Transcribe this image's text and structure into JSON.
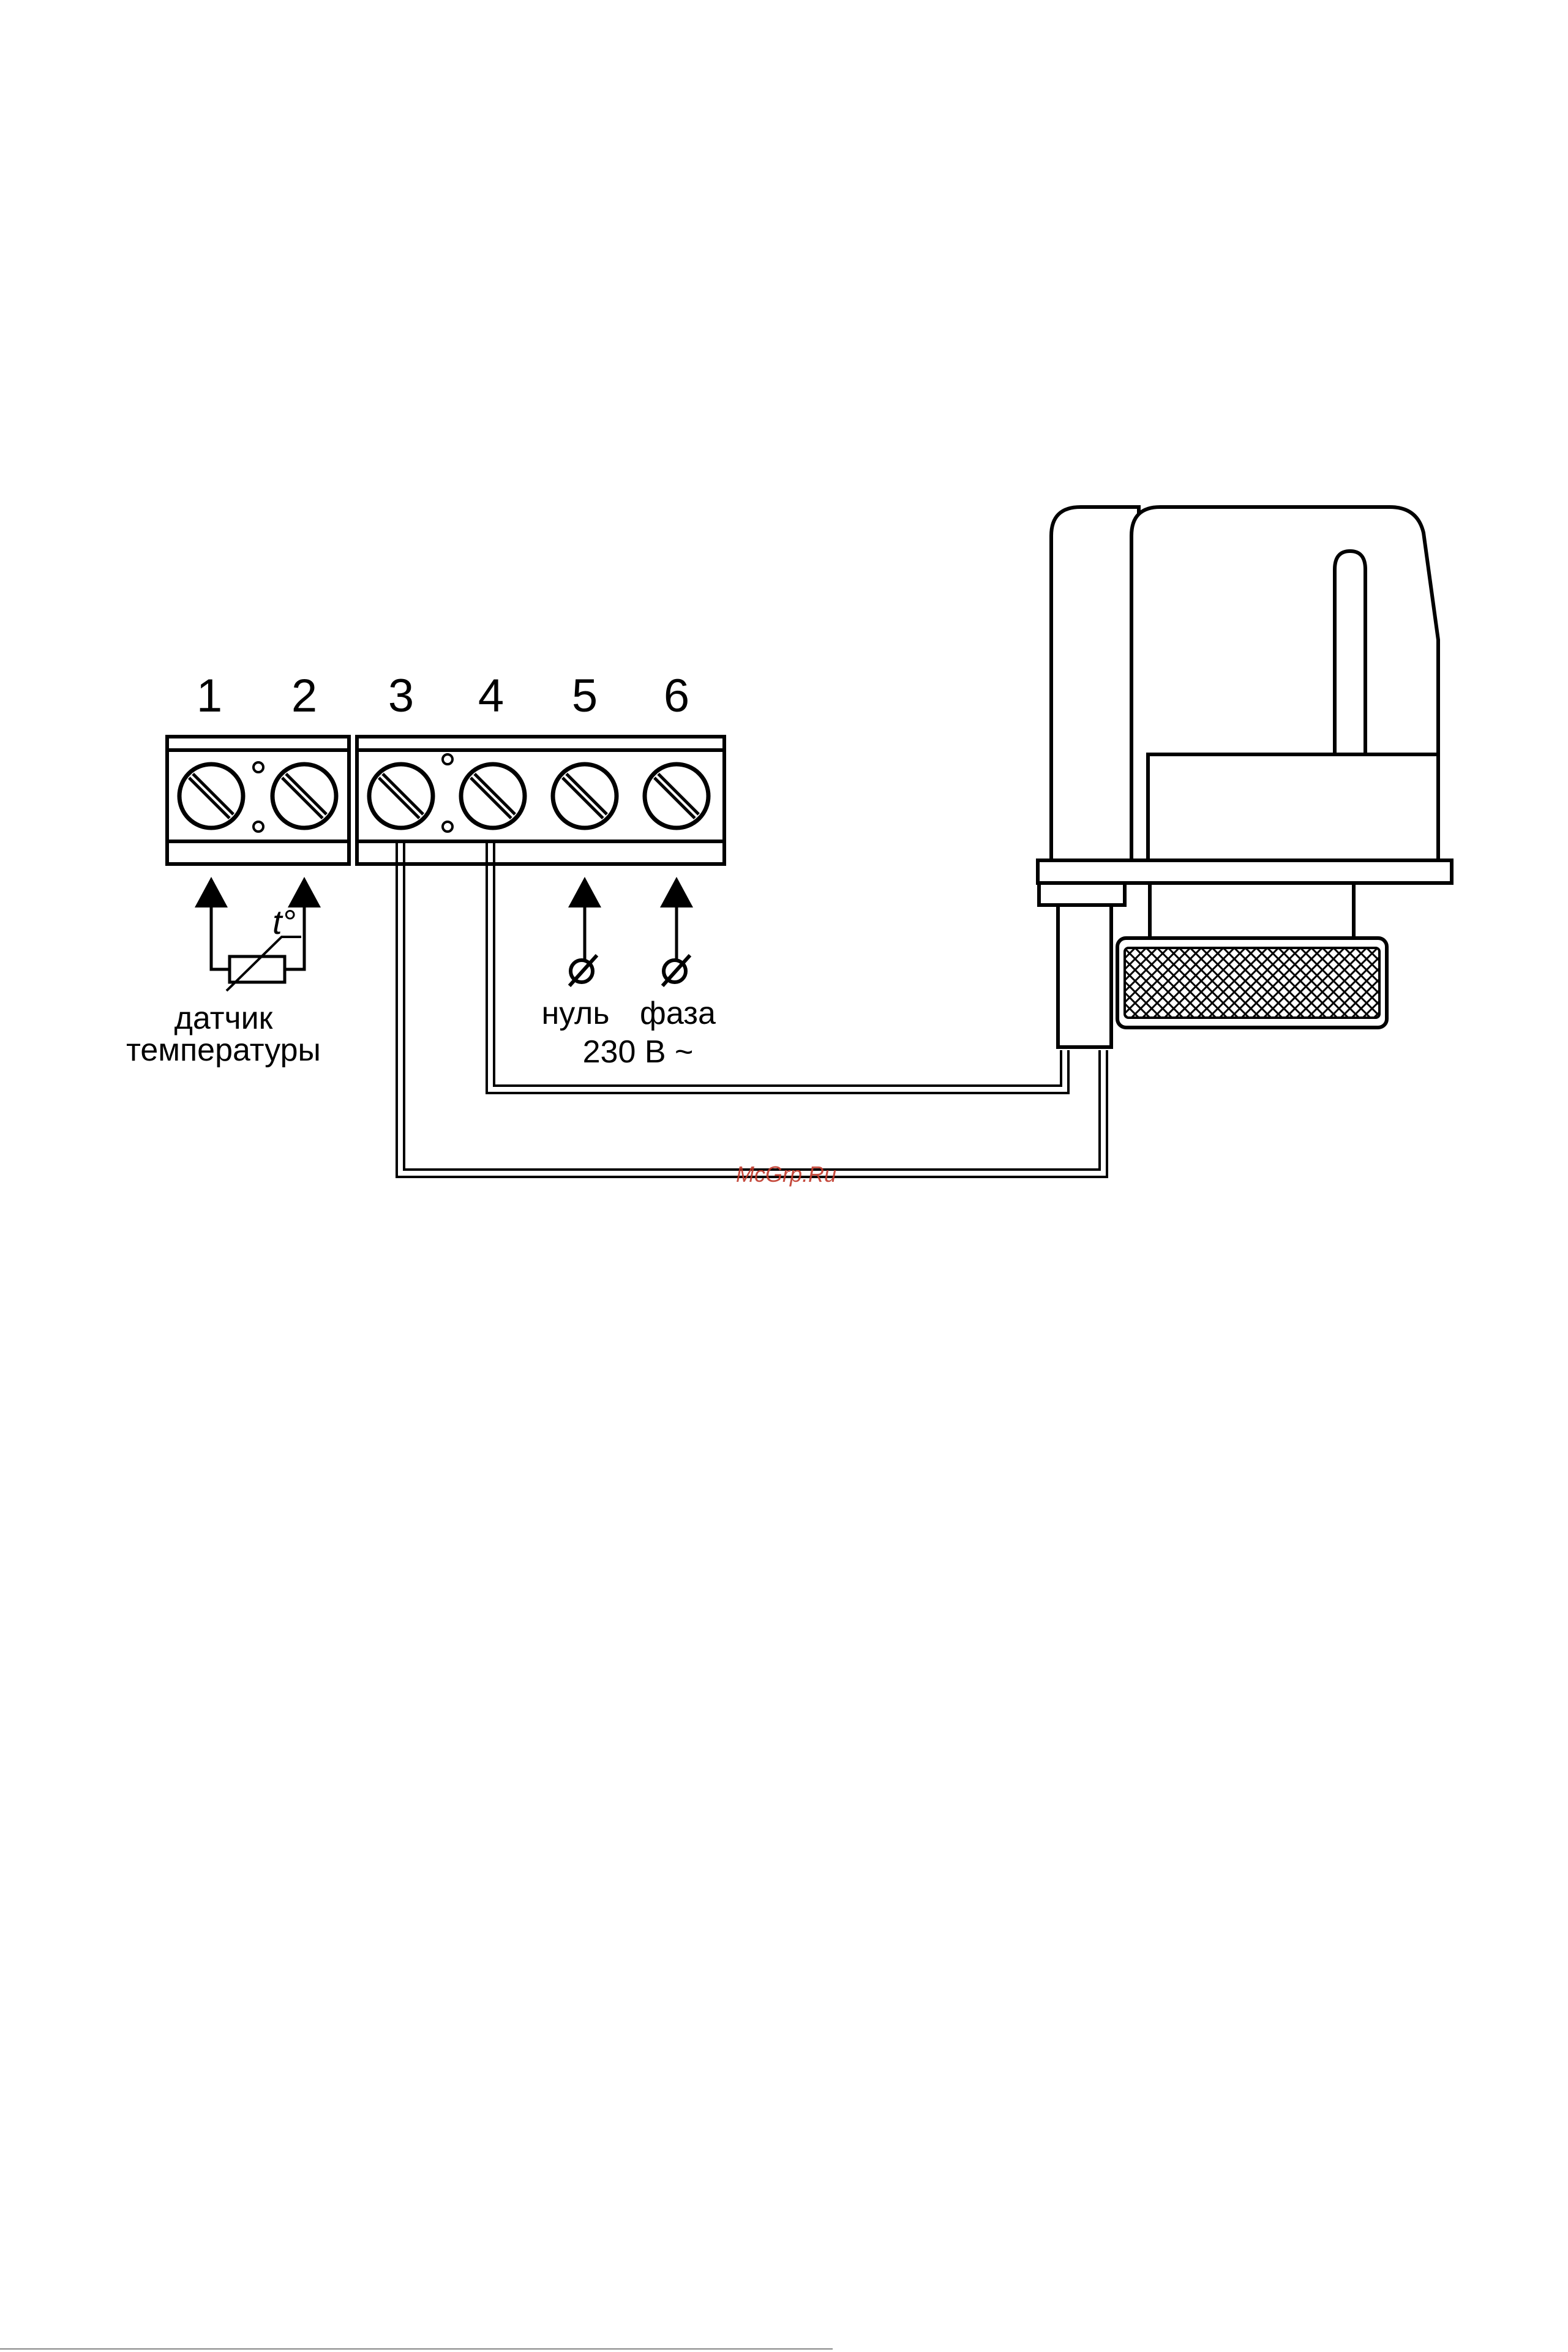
{
  "terminals": [
    {
      "number": "1"
    },
    {
      "number": "2"
    },
    {
      "number": "3"
    },
    {
      "number": "4"
    },
    {
      "number": "5"
    },
    {
      "number": "6"
    }
  ],
  "sensor": {
    "symbol": "t°",
    "label_line1": "датчик",
    "label_line2": "температуры"
  },
  "power": {
    "neutral_label": "нуль",
    "phase_label": "фаза",
    "voltage_label": "230 В ~"
  },
  "watermark": "McGrp.Ru",
  "colors": {
    "line": "#000000",
    "watermark": "#c0392b",
    "background": "#ffffff"
  }
}
